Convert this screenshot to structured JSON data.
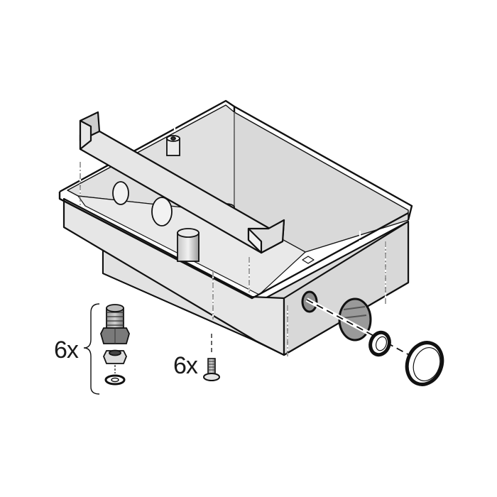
{
  "figure": {
    "type": "exploded-assembly-diagram",
    "subject": "enclosure-box-with-mounting-bracket",
    "colors": {
      "background": "#ffffff",
      "outline": "#111111",
      "panel_light": "#ececec",
      "panel_mid": "#dcdcdc",
      "panel_dark": "#c9c9c9",
      "hole_shadow": "#8f8f8f",
      "bolt_grey": "#8a8a8a"
    }
  },
  "callouts": {
    "bolt_set": {
      "quantity_label": "6x",
      "items": [
        "hex-bolt",
        "hex-nut",
        "washer"
      ]
    },
    "screw": {
      "quantity_label": "6x",
      "items": [
        "flange-screw"
      ]
    }
  },
  "parts": [
    {
      "id": "enclosure",
      "name": "enclosure-box"
    },
    {
      "id": "bracket",
      "name": "u-bracket"
    },
    {
      "id": "small-seal",
      "name": "small-o-ring"
    },
    {
      "id": "large-seal",
      "name": "large-o-ring"
    }
  ]
}
